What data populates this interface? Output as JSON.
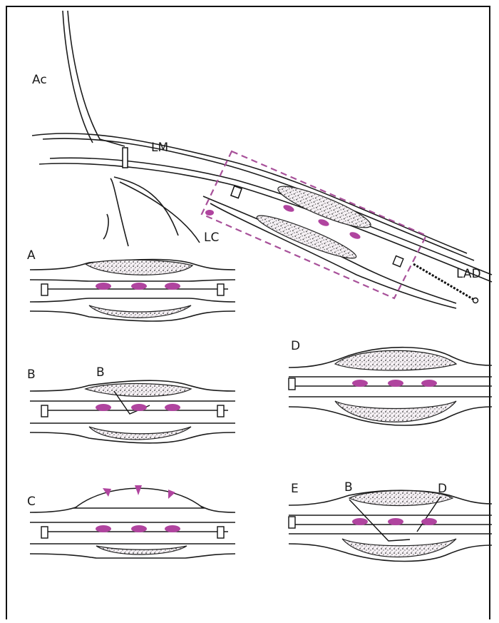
{
  "figure": {
    "labels": {
      "ac": "Ac",
      "lm": "LM",
      "lc": "LC",
      "lad": "LAD"
    },
    "panels": [
      {
        "id": "A",
        "label": "A"
      },
      {
        "id": "B",
        "label": "B",
        "annotations": [
          "B"
        ]
      },
      {
        "id": "C",
        "label": "C"
      },
      {
        "id": "D",
        "label": "D"
      },
      {
        "id": "E",
        "label": "E",
        "annotations": [
          "B",
          "D"
        ]
      }
    ],
    "colors": {
      "accent": "#a8519a",
      "marker": "#b0449f",
      "line": "#1b1b1b",
      "plaque_fill": "#f3edf2"
    }
  }
}
